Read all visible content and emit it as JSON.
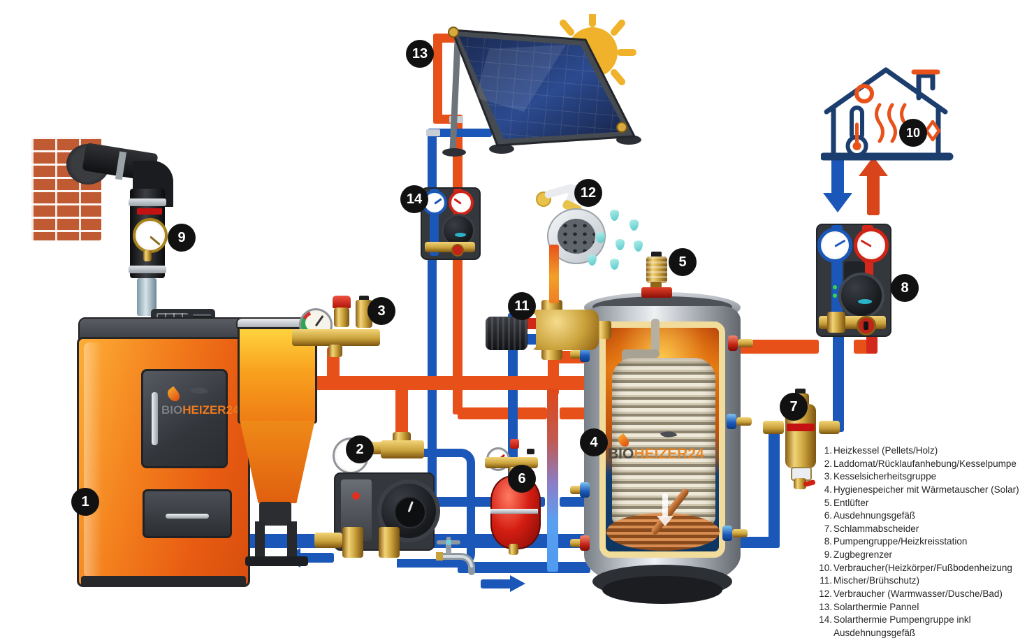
{
  "brand": {
    "bio": "BIO",
    "heizer": "HEIZER24"
  },
  "badges": [
    "1",
    "2",
    "3",
    "4",
    "5",
    "6",
    "7",
    "8",
    "9",
    "10",
    "11",
    "12",
    "13",
    "14"
  ],
  "legend": {
    "items": [
      {
        "num": "1.",
        "text": "Heizkessel (Pellets/Holz)"
      },
      {
        "num": "2.",
        "text": "Laddomat/Rücklaufanhebung/Kesselpumpe"
      },
      {
        "num": "3.",
        "text": "Kesselsicherheitsgruppe"
      },
      {
        "num": "4.",
        "text": "Hygienespeicher mit Wärmetauscher (Solar)"
      },
      {
        "num": "5.",
        "text": "Entlüfter"
      },
      {
        "num": "6.",
        "text": "Ausdehnungsgefäß"
      },
      {
        "num": "7.",
        "text": "Schlammabscheider"
      },
      {
        "num": "8.",
        "text": "Pumpengruppe/Heizkreisstation"
      },
      {
        "num": "9.",
        "text": "Zugbegrenzer"
      },
      {
        "num": "10.",
        "text": "Verbraucher(Heizkörper/Fußbodenheizung"
      },
      {
        "num": "11.",
        "text": "Mischer/Brühschutz)"
      },
      {
        "num": "12.",
        "text": "Verbraucher (Warmwasser/Dusche/Bad)"
      },
      {
        "num": "13.",
        "text": "Solarthermie Pannel"
      },
      {
        "num": "14.",
        "text": "Solarthermie Pumpengruppe inkl Ausdehnungsgefäß"
      }
    ]
  },
  "colors": {
    "hot_pipe": "#e8501a",
    "cold_pipe": "#1a57b8",
    "light_blue_pipe": "#5aa0f0",
    "brass": "#cf9d33",
    "boiler_orange": "#f3801d",
    "vessel_red": "#d41d12",
    "sun_yellow": "#f0b22a",
    "drop_teal": "#59c8cc",
    "house_navy": "#1c3e6e",
    "badge_bg": "#111111",
    "legend_text": "#262626"
  }
}
